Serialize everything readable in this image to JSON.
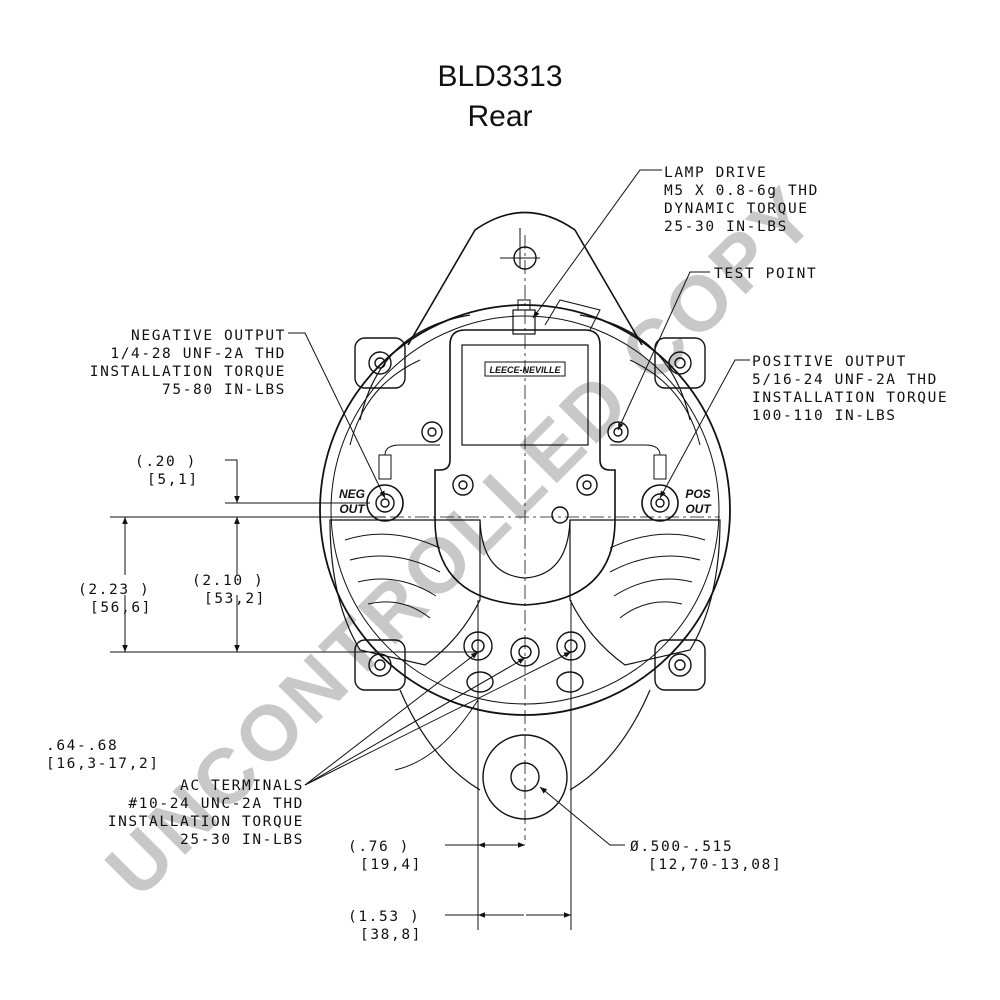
{
  "title": {
    "model": "BLD3313",
    "view": "Rear"
  },
  "watermark": "UNCONTROLLED COPY",
  "brand": "LEECE-NEVILLE",
  "terminal_labels": {
    "neg": [
      "NEG",
      "OUT"
    ],
    "pos": [
      "POS",
      "OUT"
    ]
  },
  "callouts": {
    "lamp_drive": [
      "LAMP DRIVE",
      "M5 X 0.8-6g THD",
      "DYNAMIC TORQUE",
      "25-30 IN-LBS"
    ],
    "test_point": [
      "TEST POINT"
    ],
    "negative_output": [
      "NEGATIVE OUTPUT",
      "1/4-28 UNF-2A THD",
      "INSTALLATION TORQUE",
      "75-80 IN-LBS"
    ],
    "positive_output": [
      "POSITIVE OUTPUT",
      "5/16-24 UNF-2A THD",
      "INSTALLATION TORQUE",
      "100-110 IN-LBS"
    ],
    "ac_terminals": [
      "AC TERMINALS",
      "#10-24 UNC-2A THD",
      "INSTALLATION TORQUE",
      "25-30 IN-LBS"
    ]
  },
  "dimensions": {
    "d020": [
      "(.20   )",
      "[5,1]"
    ],
    "d223": [
      "(2.23   )",
      "[56,6]"
    ],
    "d210": [
      "(2.10   )",
      "[53,2]"
    ],
    "d064": [
      ".64-.68",
      "[16,3-17,2]"
    ],
    "d076": [
      "(.76    )",
      "[19,4]"
    ],
    "d153": [
      "(1.53   )",
      "[38,8]"
    ],
    "dia": [
      "Ø.500-.515",
      "[12,70-13,08]"
    ]
  }
}
